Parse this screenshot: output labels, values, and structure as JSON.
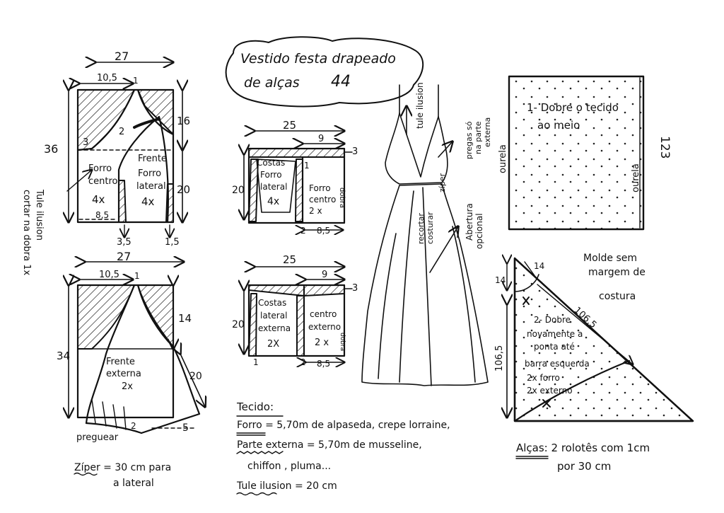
{
  "title": {
    "line1": "Vestido festa drapeado",
    "line2": "de alças",
    "size": "44"
  },
  "front_lining": {
    "width": "27",
    "top_width": "10,5",
    "height": "36",
    "side_upper": "16",
    "side_lower": "20",
    "left_mark": "3",
    "bottom_left": "8,5",
    "bottom_mid": "3,5",
    "bottom_right": "1,5",
    "num1": "1",
    "num2": "2",
    "piece_a": [
      "Forro",
      "centro",
      "4x"
    ],
    "piece_b": [
      "Frente",
      "Forro",
      "lateral",
      "4x"
    ],
    "side_note": [
      "Tule ilusion",
      "cortar na dobra 1x"
    ]
  },
  "back_lining": {
    "width": "25",
    "center_width": "9",
    "height": "20",
    "top_mark": "3",
    "bottom_mark": "8,5",
    "num1": "1",
    "num2": "2",
    "piece_a": [
      "Costas",
      "Forro",
      "lateral",
      "4x"
    ],
    "piece_b": [
      "Forro",
      "centro",
      "2 x",
      "dobra"
    ]
  },
  "front_outer": {
    "width": "27",
    "top_width": "10,5",
    "height": "34",
    "side_upper": "14",
    "side_lower": "20",
    "bottom_mark": "5",
    "num1": "1",
    "num2": "2",
    "piece": [
      "Frente",
      "externa",
      "2x"
    ],
    "note": "preguear"
  },
  "back_outer": {
    "width": "25",
    "center_width": "9",
    "height": "20",
    "top_mark": "3",
    "bottom_mark": "8,5",
    "num1": "1",
    "num2": "2",
    "piece_a": [
      "Costas",
      "lateral",
      "externa",
      "2X"
    ],
    "piece_b": [
      "centro",
      "externo",
      "2 x",
      "dobra"
    ]
  },
  "dress_labels": {
    "tule": "tule ilusion",
    "prega": [
      "pregas só",
      "na parte",
      "externa"
    ],
    "ziper": "zíper",
    "recortar": "recortar",
    "costurar": "costurar",
    "abertura": [
      "Abertura",
      "opcional"
    ]
  },
  "fabric_fold": {
    "text": [
      "1- Dobre o tecido",
      "ao meio"
    ],
    "height": "123",
    "left": "ourela",
    "right": "ourela"
  },
  "triangle": {
    "note": [
      "Molde sem",
      "margem de",
      "costura"
    ],
    "top_14": "14",
    "left_14": "14",
    "diag": "106,5",
    "side": "106,5",
    "text": [
      "2- Dobre",
      "novamente a",
      "ponta até",
      "barra esquerda",
      "2x forro",
      "2x externo"
    ]
  },
  "zipper_note": [
    "Zíper = 30 cm para",
    "a lateral"
  ],
  "fabric_info": {
    "heading": "Tecido:",
    "lines": [
      "Forro = 5,70m de alpaseda, crepe lorraine,",
      "Parte externa = 5,70m   de musseline,",
      "chiffon , pluma...",
      "Tule ilusion = 20 cm"
    ]
  },
  "straps": [
    "Alças: 2 rolotês com 1cm",
    "por 30 cm"
  ]
}
